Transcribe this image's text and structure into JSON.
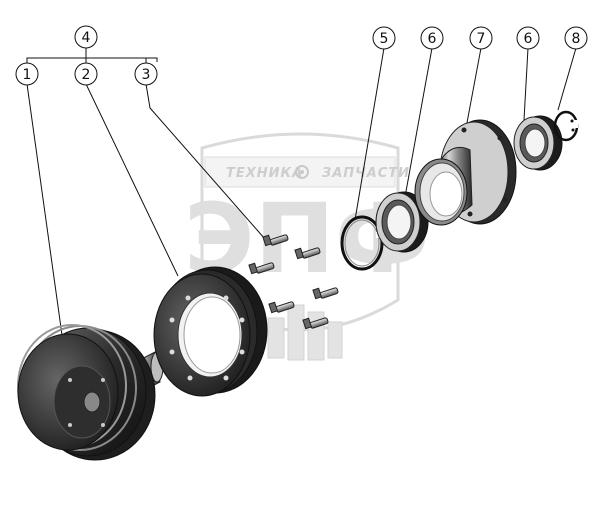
{
  "diagram": {
    "callouts": [
      {
        "id": "4",
        "label": "4"
      },
      {
        "id": "1",
        "label": "1"
      },
      {
        "id": "2",
        "label": "2"
      },
      {
        "id": "3",
        "label": "3"
      },
      {
        "id": "5",
        "label": "5"
      },
      {
        "id": "6a",
        "label": "6"
      },
      {
        "id": "7",
        "label": "7"
      },
      {
        "id": "6b",
        "label": "6"
      },
      {
        "id": "8",
        "label": "8"
      }
    ],
    "watermark": {
      "left_text": "ТЕХНИКА",
      "right_text": "ЗАПЧАСТИ",
      "logo_letters": "ЭПФ"
    },
    "colors": {
      "line": "#111111",
      "part_dark": "#2a2a2a",
      "part_mid": "#7a7a7a",
      "part_light": "#cfcfcf",
      "watermark": "#d4d4d4"
    }
  }
}
